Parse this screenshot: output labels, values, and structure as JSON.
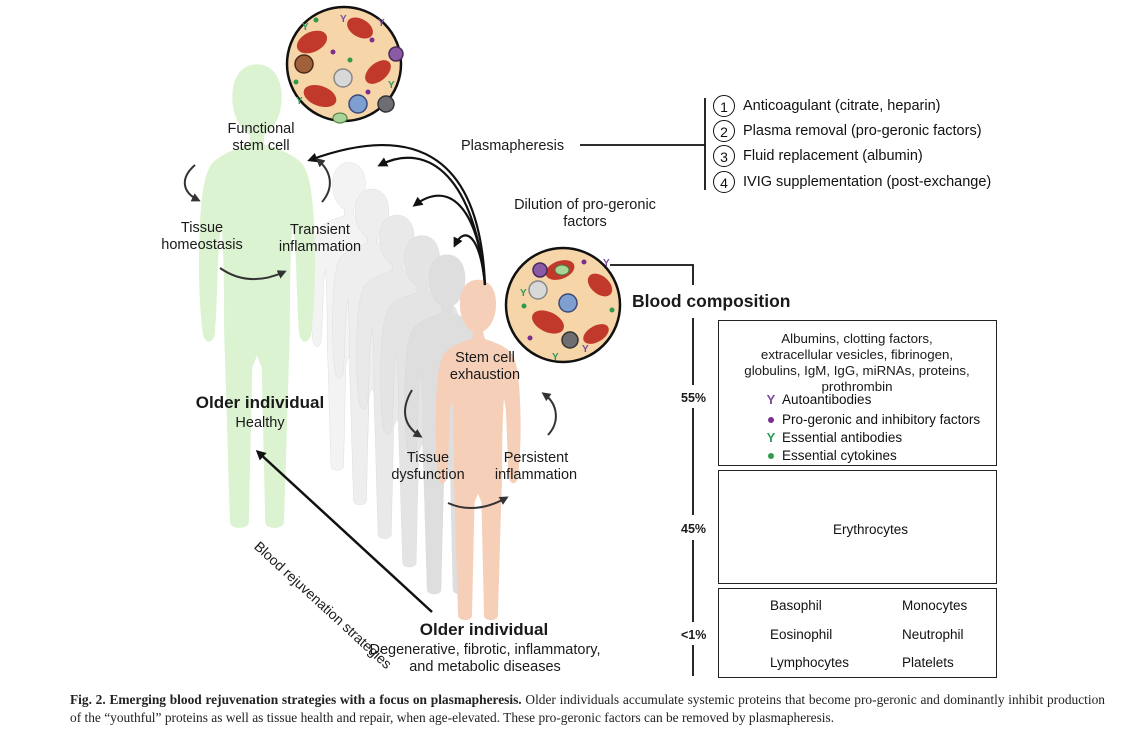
{
  "labels": {
    "functional_stem_cell": [
      "Functional",
      "stem cell"
    ],
    "tissue_homeostasis": [
      "Tissue",
      "homeostasis"
    ],
    "transient_inflammation": [
      "Transient",
      "inflammation"
    ],
    "plasmapheresis": "Plasmapheresis",
    "dilution": [
      "Dilution of pro-geronic",
      "factors"
    ],
    "stem_cell_exhaustion": [
      "Stem cell",
      "exhaustion"
    ],
    "tissue_dysfunction": [
      "Tissue",
      "dysfunction"
    ],
    "persistent_inflammation": [
      "Persistent",
      "inflammation"
    ],
    "older_healthy_title": "Older individual",
    "older_healthy_sub": "Healthy",
    "blood_rejuvenation": "Blood rejuvenation strategies",
    "older_disease_title": "Older individual",
    "older_disease_sub": [
      "Degenerative, fibrotic, inflammatory,",
      "and metabolic diseases"
    ],
    "blood_composition": "Blood composition"
  },
  "steps": [
    {
      "num": "1",
      "text": "Anticoagulant (citrate, heparin)"
    },
    {
      "num": "2",
      "text": "Plasma removal (pro-geronic factors)"
    },
    {
      "num": "3",
      "text": "Fluid replacement (albumin)"
    },
    {
      "num": "4",
      "text": "IVIG supplementation (post-exchange)"
    }
  ],
  "composition": {
    "plasma_pct": "55%",
    "rbc_pct": "45%",
    "other_pct": "<1%",
    "plasma_text": [
      "Albumins, clotting factors,",
      "extracellular vesicles, fibrinogen,",
      "globulins, IgM, IgG, miRNAs, proteins,",
      "prothrombin"
    ],
    "plasma_legend": [
      {
        "symbol": "Y",
        "color": "#7a4a9a",
        "text": "Autoantibodies"
      },
      {
        "symbol": "dot",
        "color": "#7a2e8e",
        "text": "Pro-geronic and inhibitory factors"
      },
      {
        "symbol": "Y",
        "color": "#2f9a5a",
        "text": "Essential antibodies"
      },
      {
        "symbol": "dot",
        "color": "#2f9a4a",
        "text": "Essential cytokines"
      }
    ],
    "rbc_label": "Erythrocytes",
    "cells": [
      {
        "name": "Basophil",
        "color": "#8a5aa6"
      },
      {
        "name": "Monocytes",
        "color": "#6e6e72"
      },
      {
        "name": "Eosinophil",
        "color": "#a0603a"
      },
      {
        "name": "Neutrophil",
        "color": "#d8d8d8"
      },
      {
        "name": "Lymphocytes",
        "color": "#7f9fd0"
      },
      {
        "name": "Platelets",
        "color": "#a8d49a"
      }
    ]
  },
  "colors": {
    "healthy_body": "#dcf3d2",
    "diseased_body": "#f6cfb8",
    "ghost_body": "#ececec",
    "erythrocyte": "#c0392b",
    "vessel_bg": "#f6d5a8"
  },
  "caption": {
    "bold": "Fig. 2.  Emerging blood rejuvenation strategies with a focus on plasmapheresis.",
    "text": " Older individuals accumulate systemic proteins that become pro-geronic and dominantly inhibit production of the “youthful” proteins as well as tissue health and repair, when age-elevated. These pro-geronic factors can be removed by plasmapheresis."
  }
}
